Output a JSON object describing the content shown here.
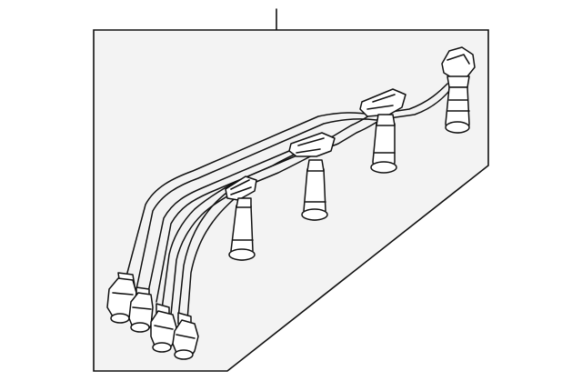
{
  "diagram": {
    "type": "exploded-parts-illustration",
    "subject_icon": "spark-plug-wire-set-icon",
    "background_color": "#ffffff",
    "panel_color": "#f3f3f3",
    "line_color": "#111111",
    "plug_boots_count": 4,
    "distributor_connectors_count": 4
  }
}
